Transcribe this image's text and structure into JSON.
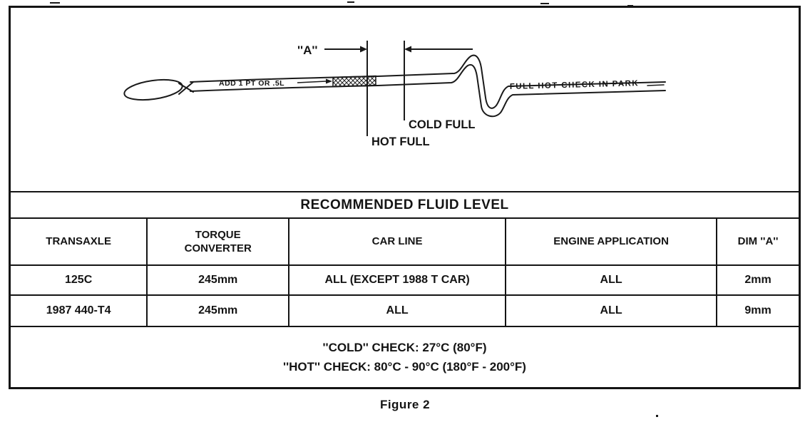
{
  "figure": {
    "caption": "Figure 2"
  },
  "diagram": {
    "dim_label": "''A''",
    "cold_full_label": "COLD FULL",
    "hot_full_label": "HOT FULL",
    "add_label": "ADD 1 PT OR .5L",
    "stick_right_label": "FULL HOT CHECK IN PARK"
  },
  "table": {
    "title": "RECOMMENDED FLUID LEVEL",
    "headers": [
      "TRANSAXLE",
      "TORQUE\nCONVERTER",
      "CAR LINE",
      "ENGINE APPLICATION",
      "DIM ''A''"
    ],
    "rows": [
      [
        "125C",
        "245mm",
        "ALL (EXCEPT 1988 T CAR)",
        "ALL",
        "2mm"
      ],
      [
        "1987 440-T4",
        "245mm",
        "ALL",
        "ALL",
        "9mm"
      ]
    ],
    "footer": [
      "''COLD'' CHECK: 27°C (80°F)",
      "''HOT'' CHECK: 80°C - 90°C (180°F - 200°F)"
    ]
  }
}
